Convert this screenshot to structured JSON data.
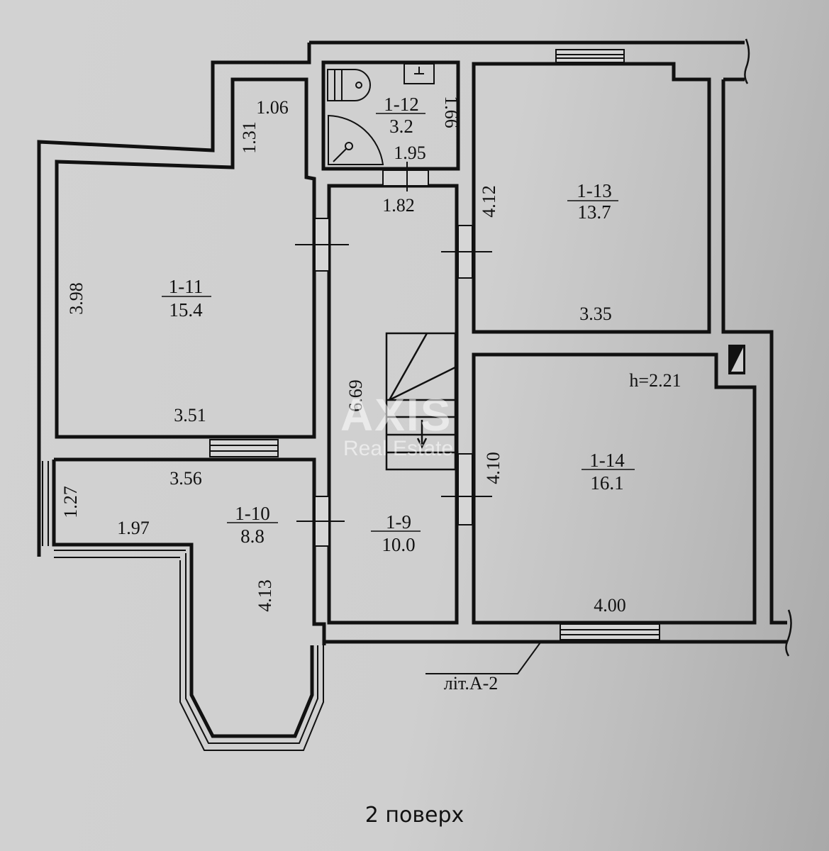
{
  "floor_label": "2 поверх",
  "building_label": "літ.А-2",
  "ceiling_height": "h=2.21",
  "watermark": {
    "brand": "AXIS",
    "sub": "Real Estate"
  },
  "rooms": [
    {
      "id": "1-9",
      "area": "10.0"
    },
    {
      "id": "1-10",
      "area": "8.8"
    },
    {
      "id": "1-11",
      "area": "15.4"
    },
    {
      "id": "1-12",
      "area": "3.2"
    },
    {
      "id": "1-13",
      "area": "13.7"
    },
    {
      "id": "1-14",
      "area": "16.1"
    }
  ],
  "dimensions": {
    "d_106": "1.06",
    "d_131": "1.31",
    "d_166": "1.66",
    "d_195": "1.95",
    "d_182": "1.82",
    "d_398": "3.98",
    "d_351": "3.51",
    "d_412": "4.12",
    "d_335": "3.35",
    "d_669": "6.69",
    "d_410": "4.10",
    "d_400": "4.00",
    "d_356": "3.56",
    "d_127": "1.27",
    "d_197": "1.97",
    "d_413": "4.13"
  },
  "icons": [
    "toilet-icon",
    "shower-icon",
    "sink-icon",
    "stairs-icon",
    "ventilation-shaft-icon",
    "window-icon",
    "door-icon"
  ]
}
